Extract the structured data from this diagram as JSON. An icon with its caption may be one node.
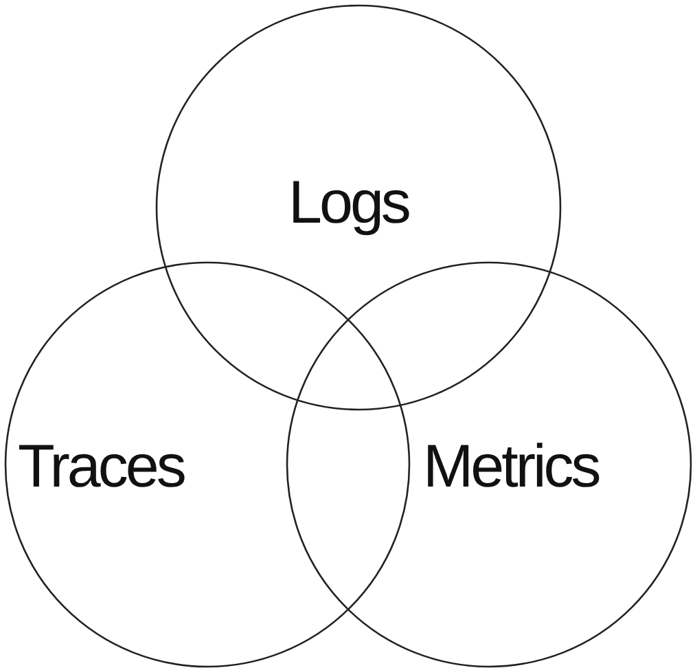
{
  "diagram": {
    "nodes": [
      {
        "text": [
          "Logs"
        ]
      },
      {
        "text": [
          "Traces"
        ]
      },
      {
        "text": [
          "Metrics"
        ]
      }
    ]
  }
}
